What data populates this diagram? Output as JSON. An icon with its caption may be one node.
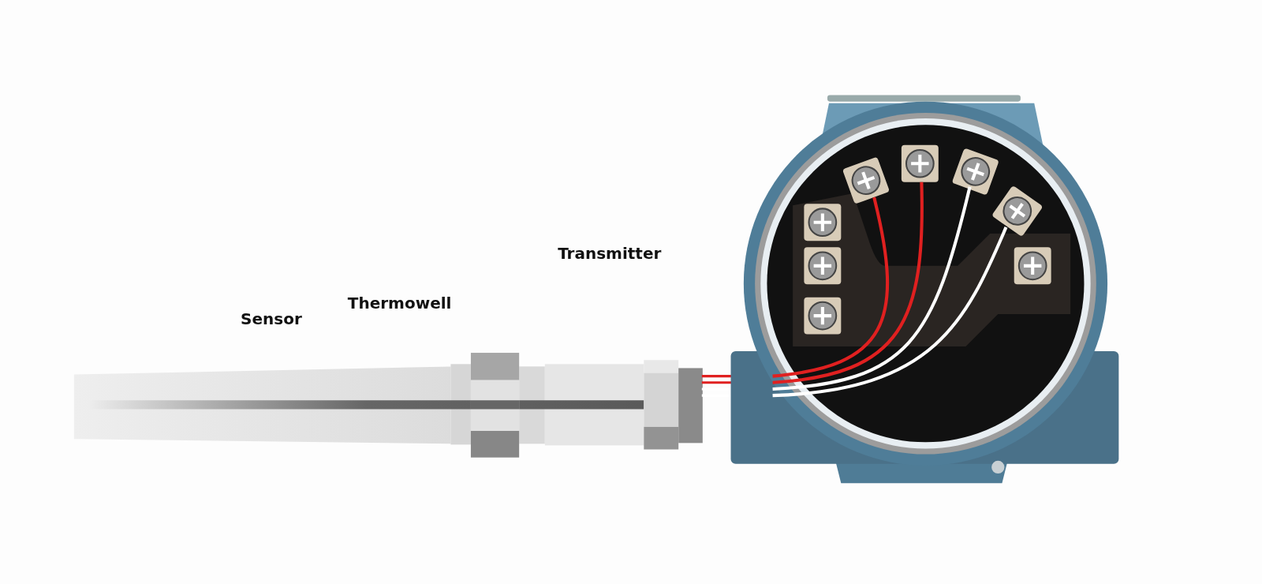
{
  "diagram": {
    "labels": [
      "Transmitter",
      "Thermowell",
      "Sensor"
    ]
  }
}
